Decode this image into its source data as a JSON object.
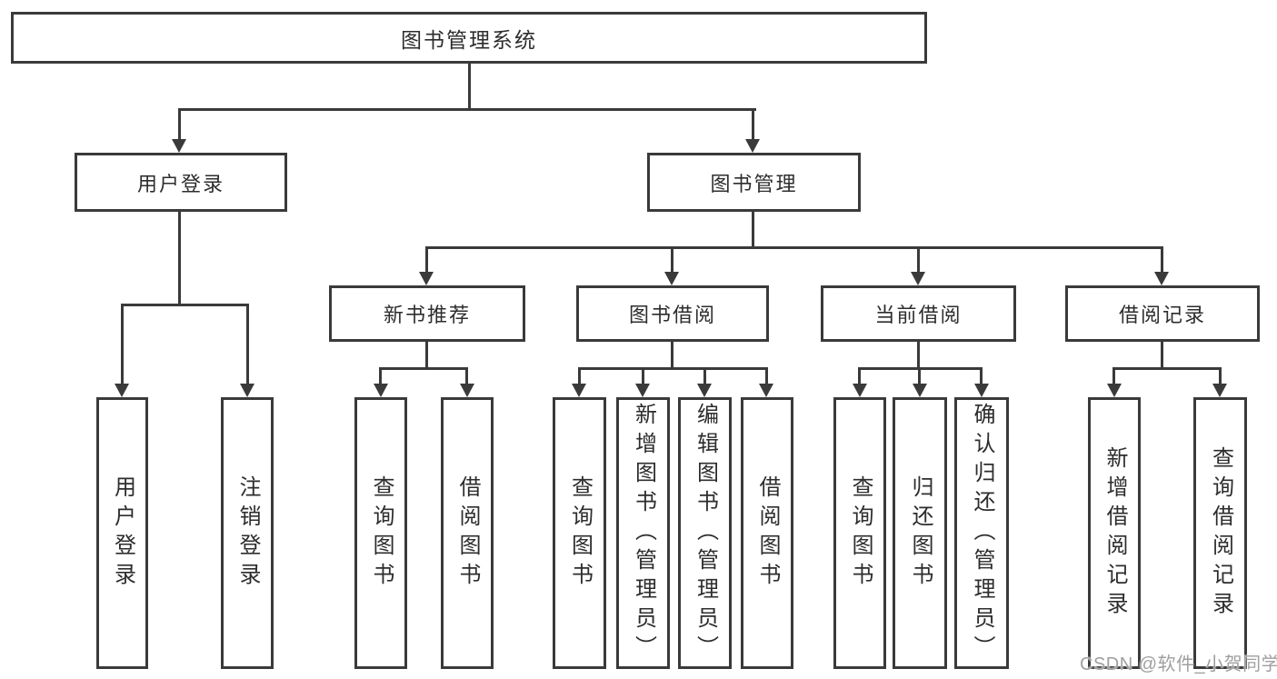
{
  "colors": {
    "line": "#3a3a3a",
    "text": "#2d2d2d",
    "background": "#ffffff",
    "watermark": "#9f9f9f"
  },
  "tree": {
    "root": "图书管理系统",
    "children": [
      {
        "label": "用户登录",
        "children": [
          "用户登录",
          "注销登录"
        ]
      },
      {
        "label": "图书管理",
        "children": [
          {
            "label": "新书推荐",
            "children": [
              "查询图书",
              "借阅图书"
            ]
          },
          {
            "label": "图书借阅",
            "children": [
              "查询图书",
              "新增图书（管理员）",
              "编辑图书（管理员）",
              "借阅图书"
            ]
          },
          {
            "label": "当前借阅",
            "children": [
              "查询图书",
              "归还图书",
              "确认归还（管理员）"
            ]
          },
          {
            "label": "借阅记录",
            "children": [
              "新增借阅记录",
              "查询借阅记录"
            ]
          }
        ]
      }
    ]
  },
  "watermark": {
    "text": "CSDN @软件_小贺同学"
  }
}
